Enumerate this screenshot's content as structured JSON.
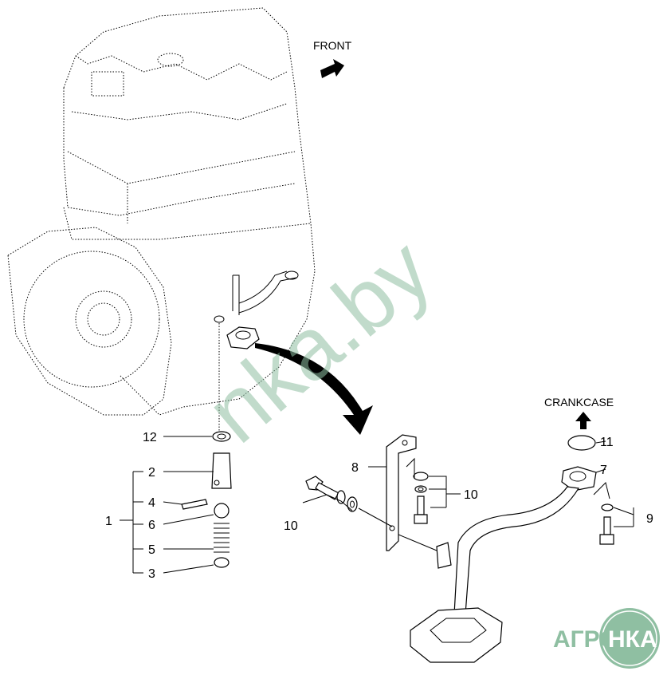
{
  "annotations": {
    "front": "FRONT",
    "crankcase": "CRANKCASE"
  },
  "callouts": [
    {
      "id": "12",
      "label": "12"
    },
    {
      "id": "2",
      "label": "2"
    },
    {
      "id": "4",
      "label": "4"
    },
    {
      "id": "6",
      "label": "6"
    },
    {
      "id": "5",
      "label": "5"
    },
    {
      "id": "3",
      "label": "3"
    },
    {
      "id": "1",
      "label": "1"
    },
    {
      "id": "8",
      "label": "8"
    },
    {
      "id": "10a",
      "label": "10"
    },
    {
      "id": "10b",
      "label": "10"
    },
    {
      "id": "11",
      "label": "11"
    },
    {
      "id": "7",
      "label": "7"
    },
    {
      "id": "9",
      "label": "9"
    }
  ],
  "watermark": "nka.by",
  "logo": {
    "left": "АГРО",
    "right": "НКА"
  },
  "colors": {
    "logo_green": "#8fbfa2"
  }
}
